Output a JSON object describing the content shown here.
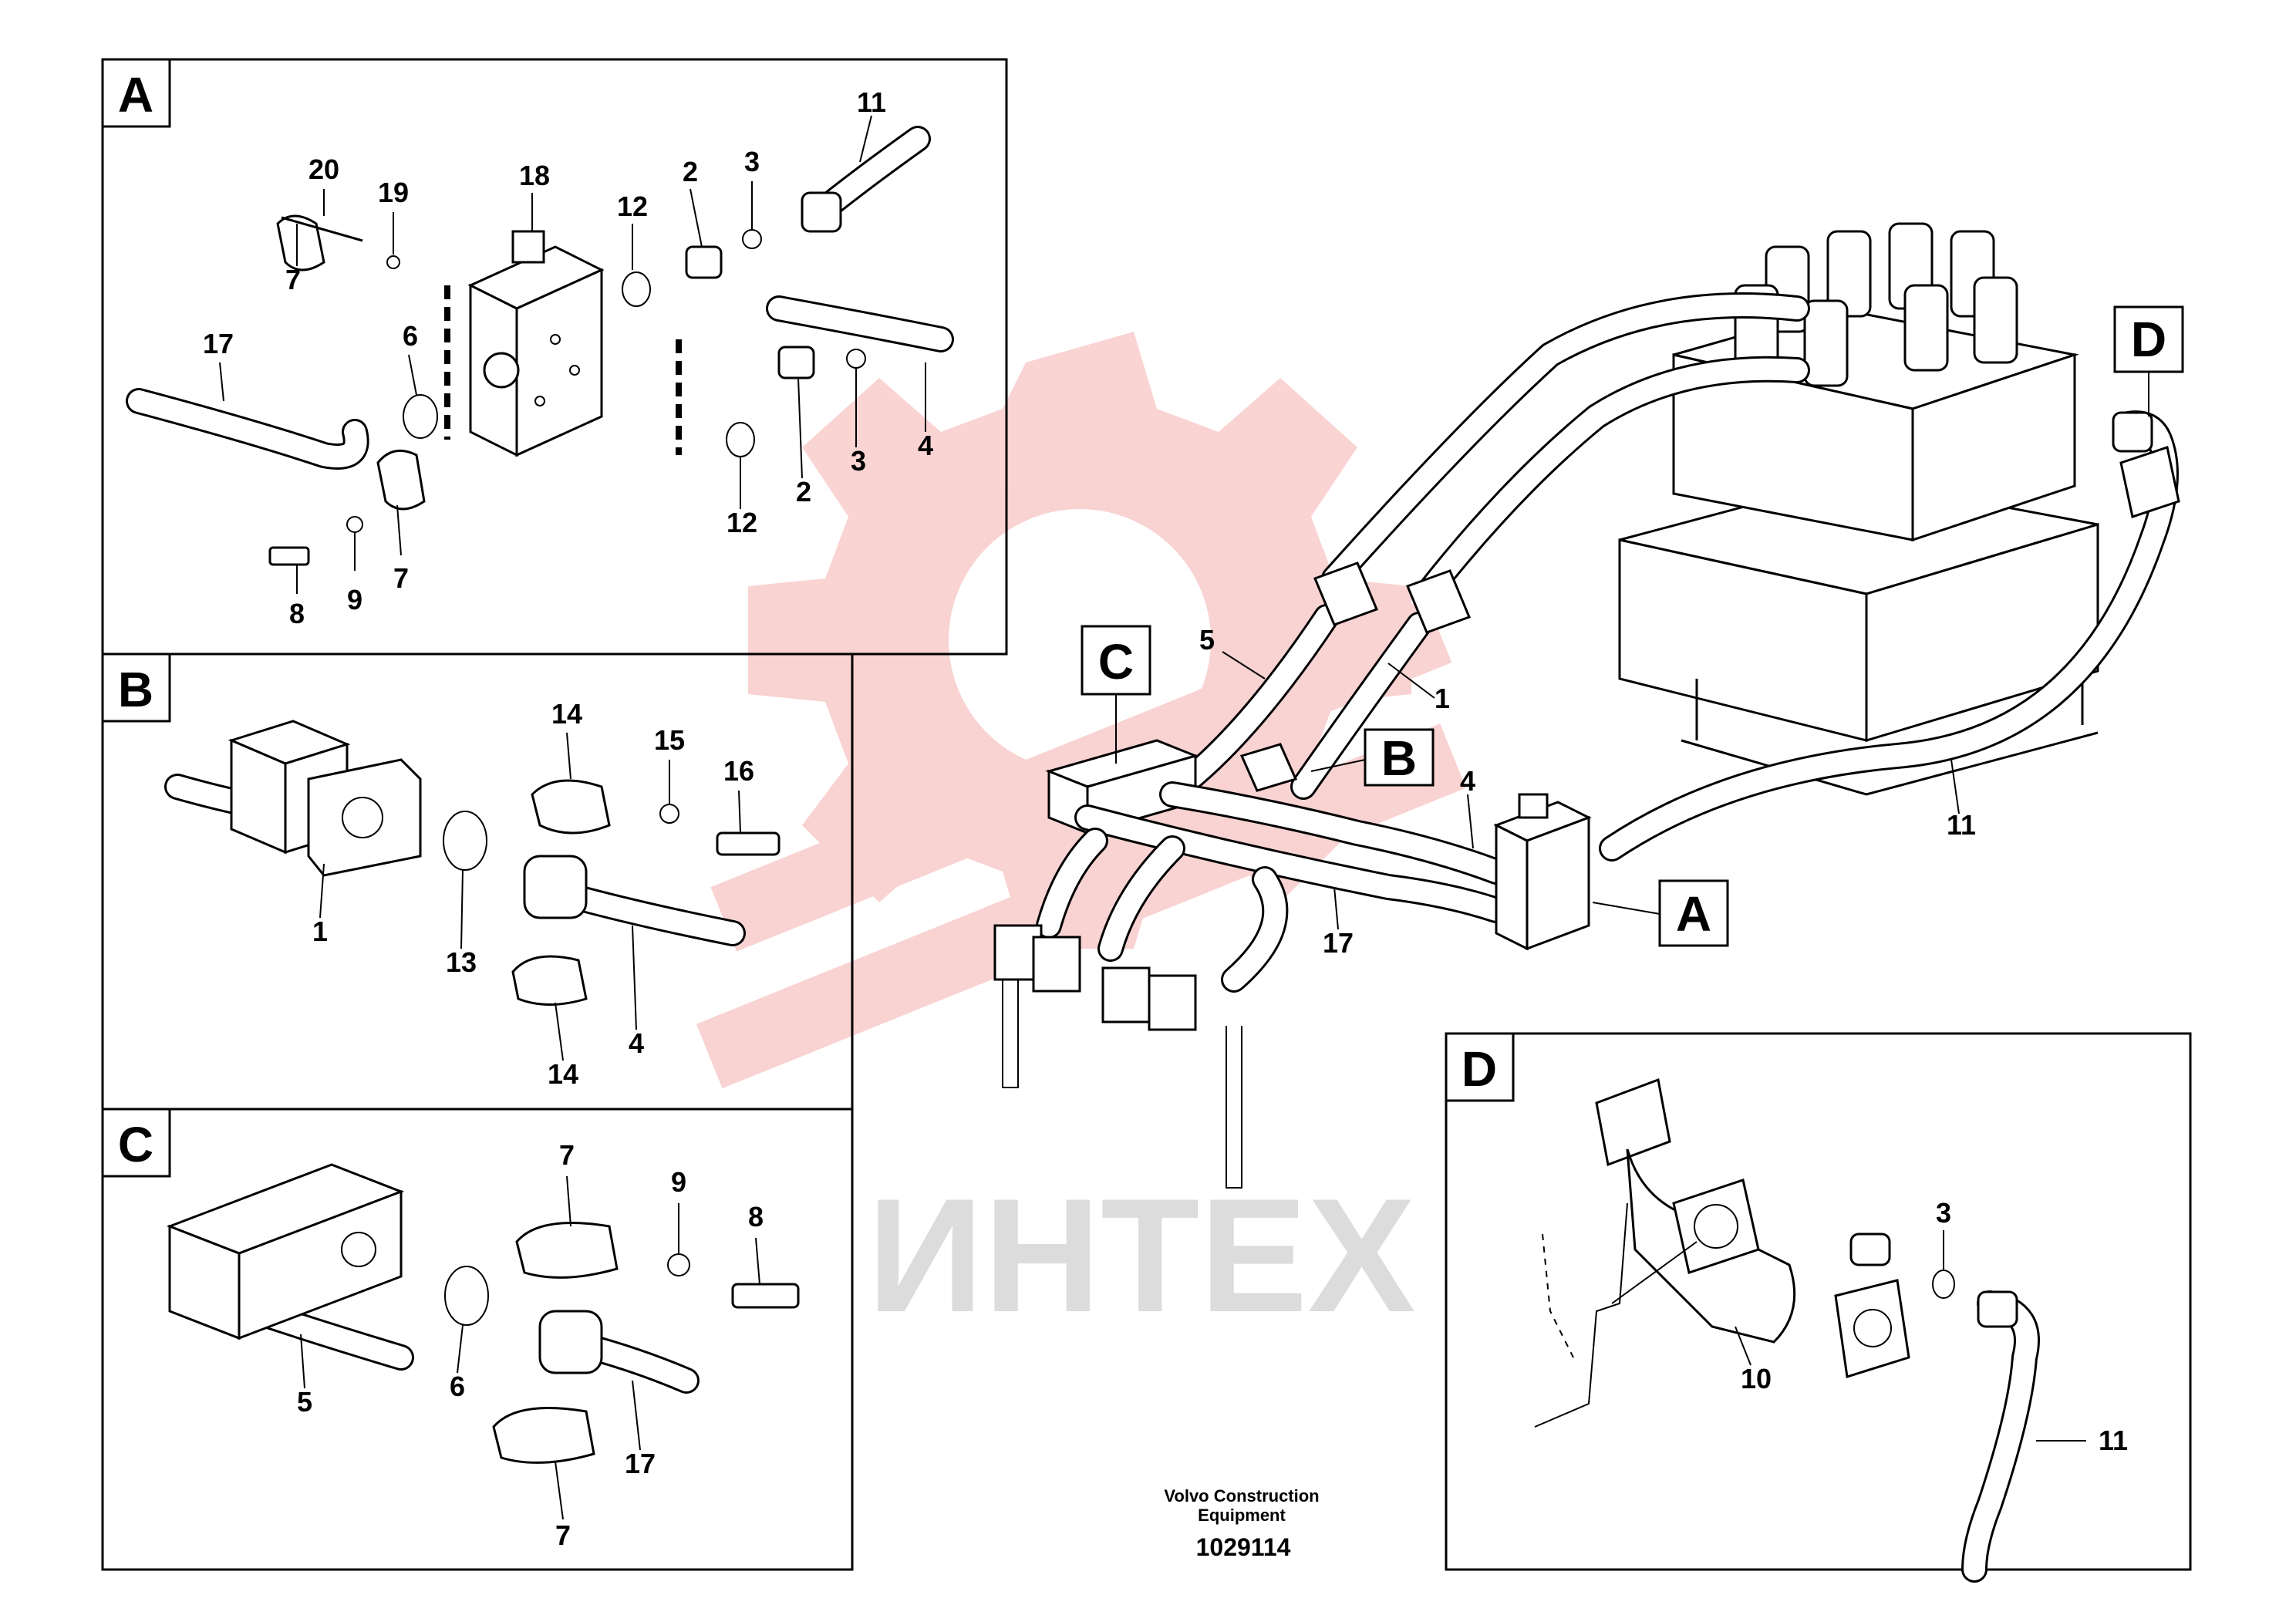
{
  "panels": {
    "A": {
      "letter": "A",
      "labels": [
        "20",
        "19",
        "18",
        "12",
        "2",
        "3",
        "11",
        "7",
        "17",
        "6",
        "4",
        "3",
        "2",
        "12",
        "8",
        "9",
        "7"
      ]
    },
    "B": {
      "letter": "B",
      "labels": [
        "14",
        "15",
        "16",
        "1",
        "13",
        "4",
        "14"
      ]
    },
    "C": {
      "letter": "C",
      "labels": [
        "7",
        "9",
        "8",
        "5",
        "6",
        "17",
        "7"
      ]
    },
    "D": {
      "letter": "D",
      "labels": [
        "3",
        "10",
        "11"
      ]
    }
  },
  "main": {
    "callouts": [
      "C",
      "B",
      "A",
      "D"
    ],
    "labels": [
      "5",
      "1",
      "4",
      "17",
      "11"
    ]
  },
  "footer": {
    "line1": "Volvo Construction",
    "line2": "Equipment",
    "code": "1029114"
  },
  "watermark": {
    "text": "ИНТЕХ",
    "color": "#e53935"
  }
}
